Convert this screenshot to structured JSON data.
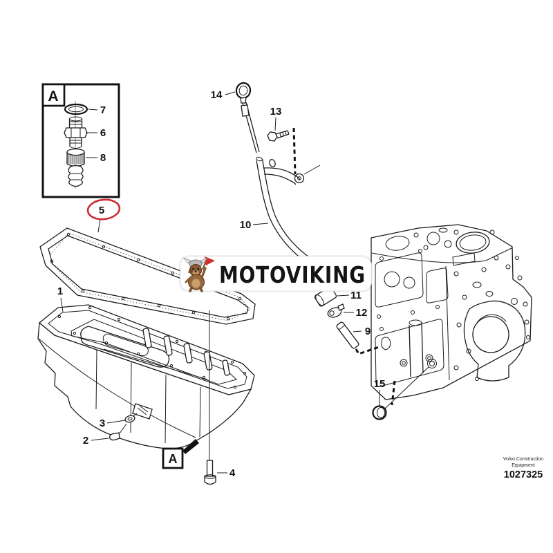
{
  "watermark": {
    "brand": "MOTOVIKING"
  },
  "footer": {
    "line1": "Volvo Construction",
    "line2": "Equipment",
    "part_number": "1027325"
  },
  "detail_view": {
    "label": "A"
  },
  "reference": {
    "label": "A"
  },
  "highlight": {
    "color": "#cd2a32",
    "highlighted_part": "5"
  },
  "callouts": {
    "part1": "1",
    "part2": "2",
    "part3": "3",
    "part4": "4",
    "part5": "5",
    "part6": "6",
    "part7": "7",
    "part8": "8",
    "part9": "9",
    "part10": "10",
    "part11": "11",
    "part12": "12",
    "part13": "13",
    "part14": "14",
    "part15": "15"
  }
}
